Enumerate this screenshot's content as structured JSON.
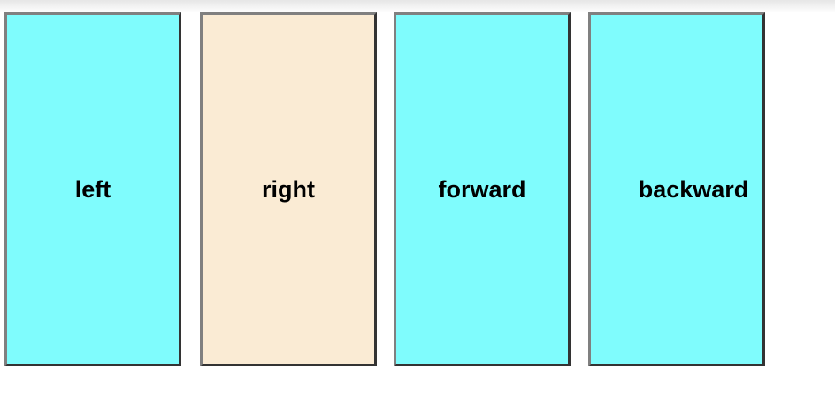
{
  "panels": [
    {
      "label": "left",
      "color": "#7ffcfd"
    },
    {
      "label": "right",
      "color": "#faebd4"
    },
    {
      "label": "forward",
      "color": "#7ffcfd"
    },
    {
      "label": "backward",
      "color": "#7ffcfd"
    }
  ]
}
